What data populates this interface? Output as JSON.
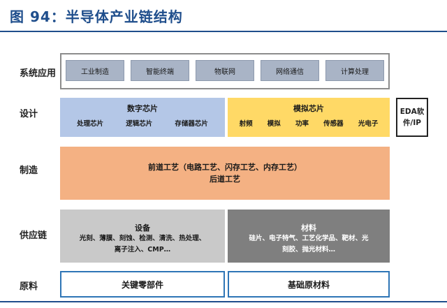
{
  "figure": {
    "title": "图 94：半导体产业链结构"
  },
  "row_labels": {
    "system": "系统应用",
    "design": "设计",
    "manufacturing": "制造",
    "supply_chain": "供应链",
    "raw_material": "原料"
  },
  "system_apps": [
    "工业制造",
    "智能终端",
    "物联网",
    "网络通信",
    "计算处理"
  ],
  "design": {
    "digital": {
      "title": "数字芯片",
      "items": [
        "处理芯片",
        "逻辑芯片",
        "存储器芯片"
      ]
    },
    "analog": {
      "title": "模拟芯片",
      "items": [
        "射频",
        "模拟",
        "功率",
        "传感器",
        "光电子"
      ]
    }
  },
  "eda": {
    "line1": "EDA软",
    "line2": "件/IP"
  },
  "manufacturing": {
    "line1": "前道工艺（电路工艺、闪存工艺、内存工艺）",
    "line2": "后道工艺"
  },
  "supply_chain": {
    "equipment": {
      "title": "设备",
      "line1": "光刻、薄膜、刻蚀、检测、清洗、热处理、",
      "line2": "离子注入、CMP…"
    },
    "materials": {
      "title": "材料",
      "line1": "硅片、电子特气、工艺化学品、靶材、光",
      "line2": "刻胶、抛光材料…"
    }
  },
  "raw": {
    "left": "关键零部件",
    "right": "基础原材料"
  },
  "colors": {
    "title_blue": "#1f4e8c",
    "digital": "#b4c7e7",
    "analog": "#ffd966",
    "manufacturing": "#f4b183",
    "equipment": "#c9c9c9",
    "materials": "#7f7f7f",
    "raw_border": "#2e75b6"
  }
}
